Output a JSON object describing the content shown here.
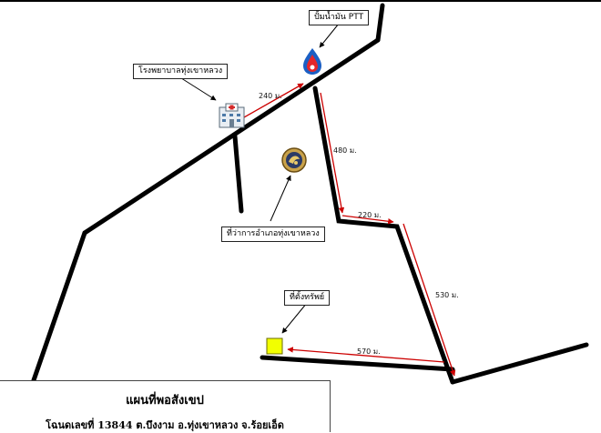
{
  "landmarks": {
    "ptt_station": "ปั้มน้ำมัน PTT",
    "hospital": "โรงพยาบาลทุ่งเขาหลวง",
    "district_office": "ที่ว่าการอำเภอทุ่งเขาหลวง",
    "property": "ที่ตั้งทรัพย์"
  },
  "distances": {
    "hospital_to_ptt": "240 ม.",
    "ptt_down": "480 ม.",
    "jog_east": "220 ม.",
    "diag_down": "530 ม.",
    "to_property": "570 ม."
  },
  "title": {
    "line1": "แผนที่พอสังเขป",
    "line2": "โฉนดเลขที่ 13844    ต.บึงงาม อ.ทุ่งเขาหลวง จ.ร้อยเอ็ด"
  },
  "colors": {
    "road": "#000000",
    "route_arrow": "#cc0000",
    "property_marker": "#f2ff00",
    "ptt_blue": "#1b5fc4",
    "ptt_red": "#e3262b"
  },
  "icons": {
    "ptt": "ptt-logo-icon",
    "hospital": "hospital-building-icon",
    "district": "district-seal-icon",
    "property": "property-marker-icon"
  }
}
